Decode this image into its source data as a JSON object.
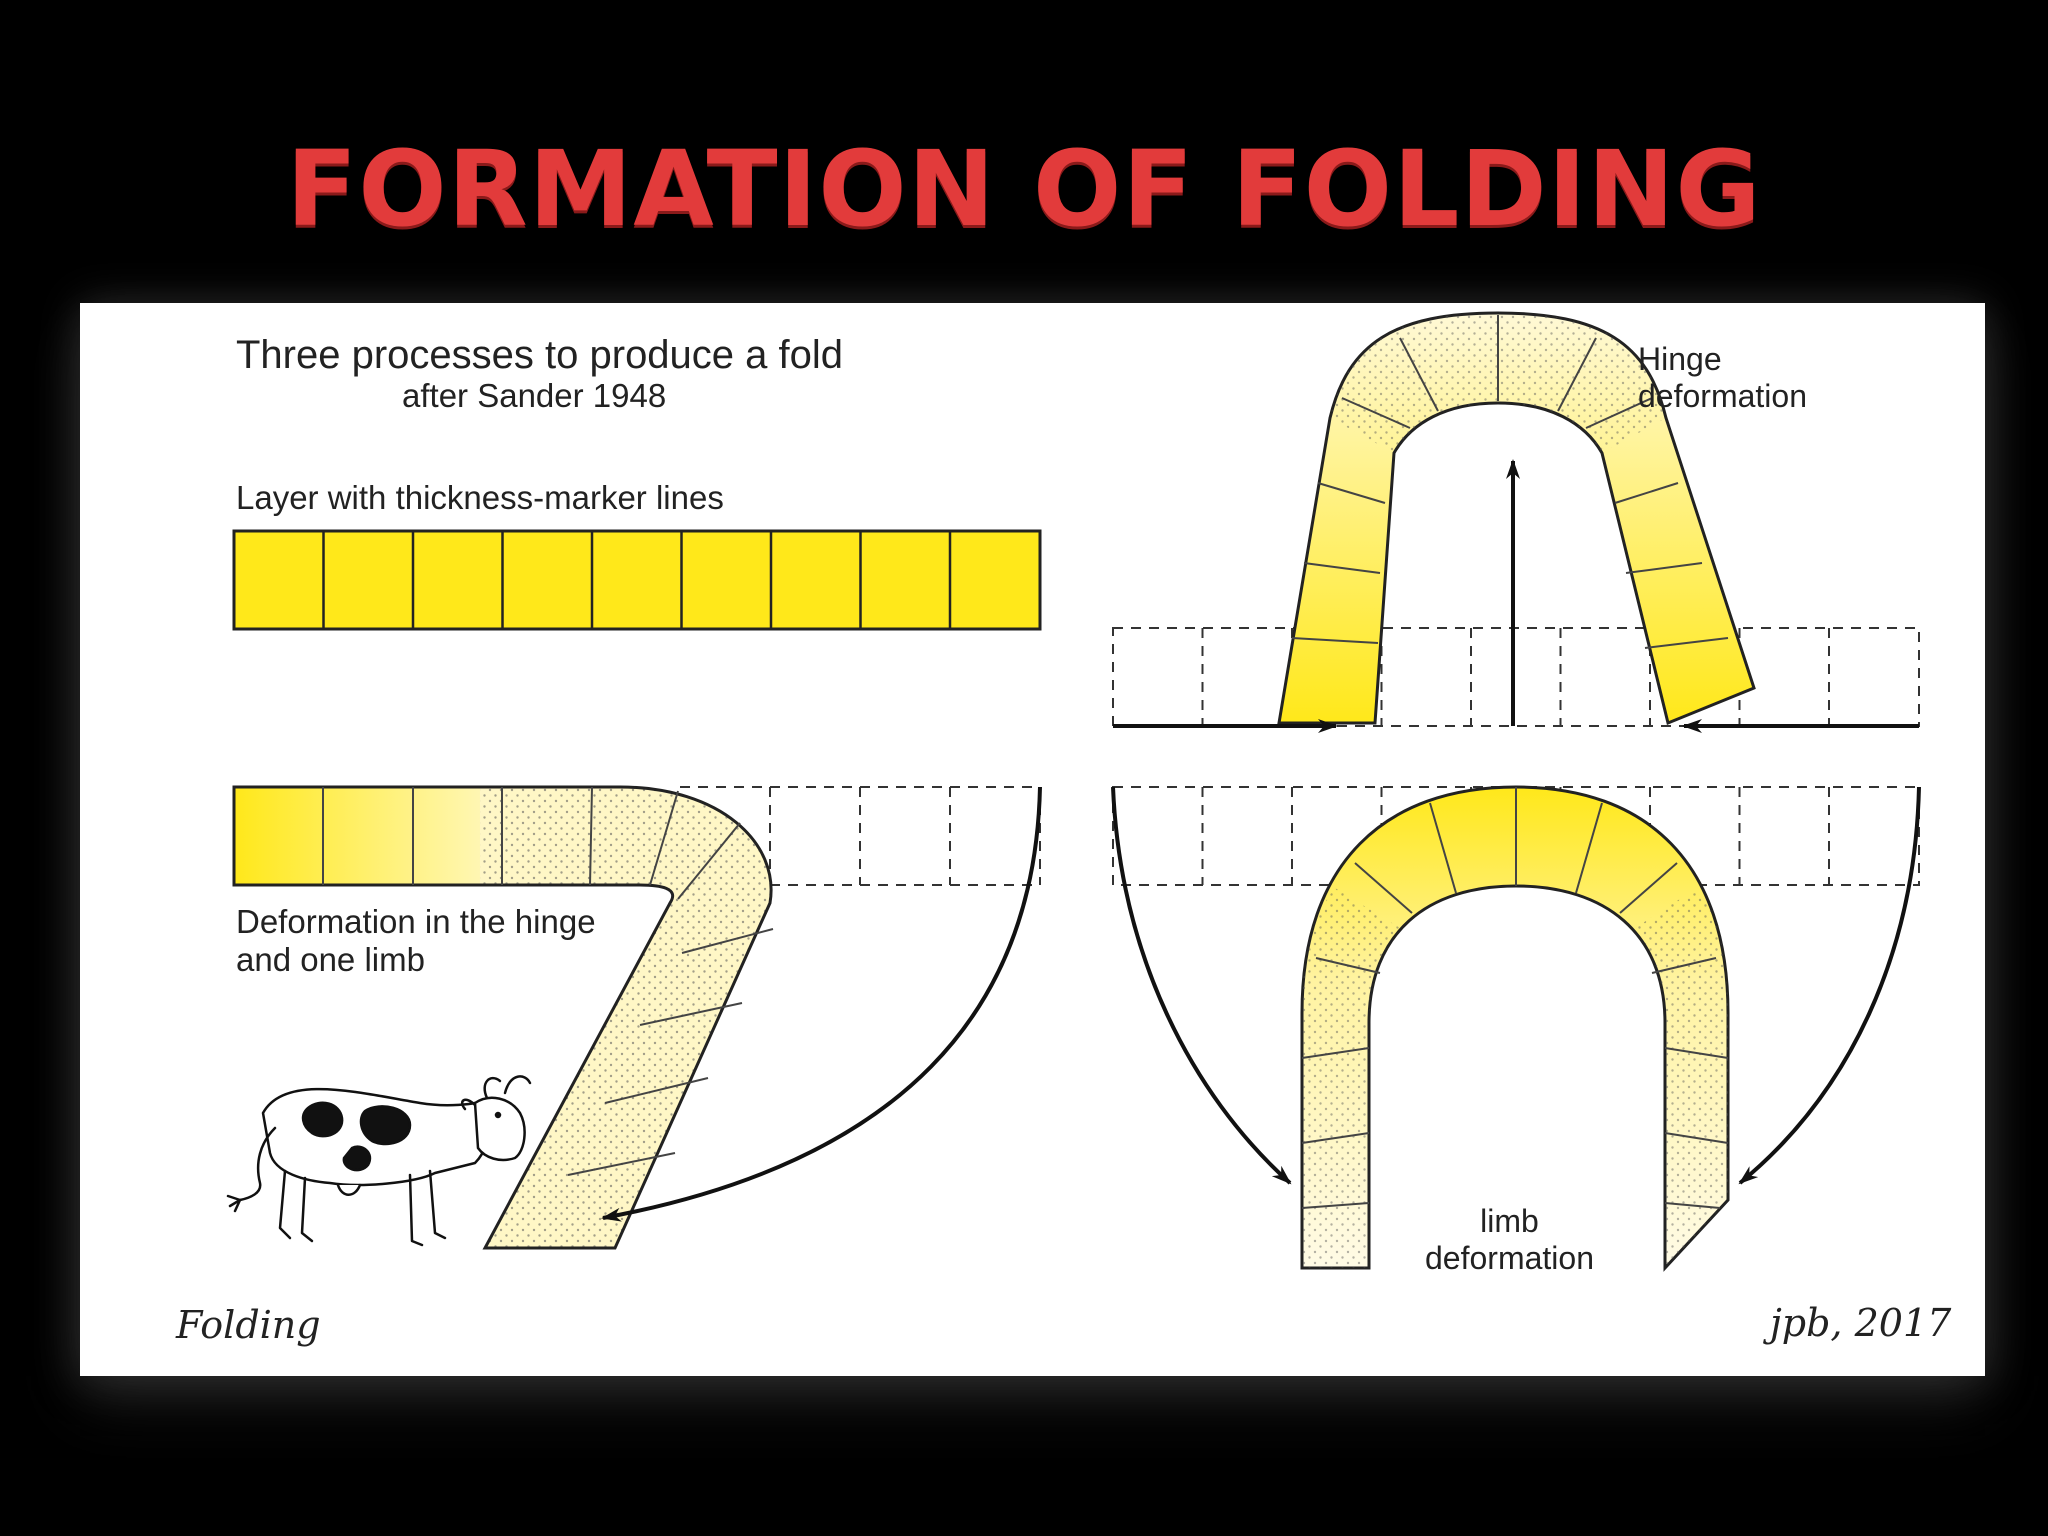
{
  "slide": {
    "title": "FORMATION OF FOLDING"
  },
  "figure": {
    "heading": "Three processes to produce a fold",
    "subheading": "after Sander 1948",
    "layer_label": "Layer with thickness-marker lines",
    "hinge_limb_label": [
      "Deformation in the hinge",
      "and one limb"
    ],
    "hinge_label": [
      "Hinge",
      "deformation"
    ],
    "limb_label": [
      "limb",
      "deformation"
    ],
    "signature_left": "Folding",
    "signature_right": "jpb, 2017"
  },
  "colors": {
    "title": "#e23b3b",
    "layer_fill": "#ffe81a",
    "stipple_fill": "#fff7c6",
    "background": "#000000"
  },
  "illustration": [
    "cow-drawing",
    "arrow-icons"
  ]
}
